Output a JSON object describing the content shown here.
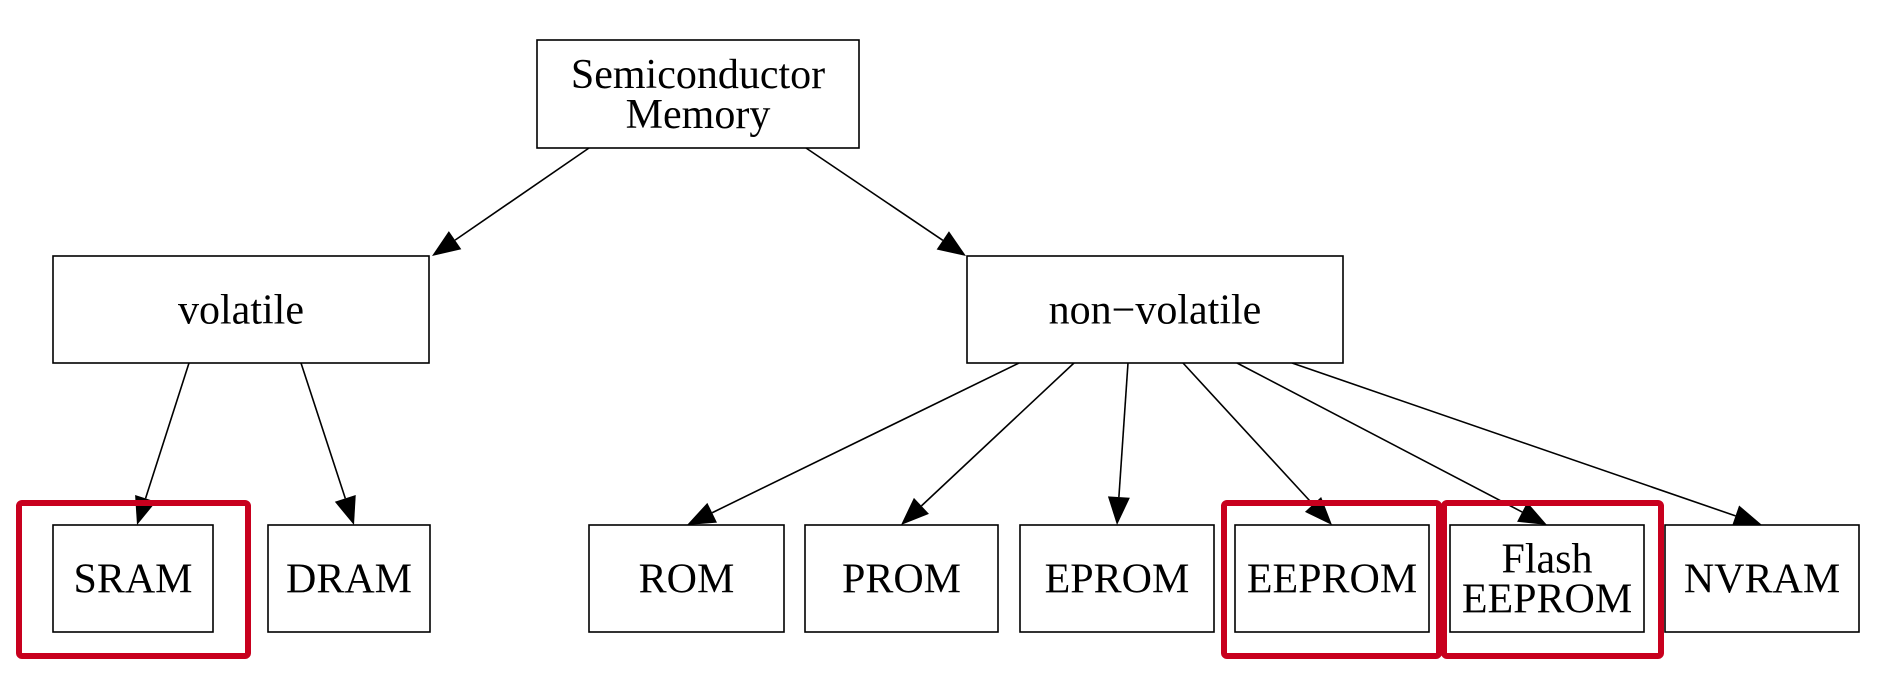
{
  "colors": {
    "highlight": "#c8001e",
    "line": "#000000",
    "box_fill": "#ffffff"
  },
  "nodes": {
    "root": {
      "lines": [
        "Semiconductor",
        "Memory"
      ]
    },
    "volatile": {
      "lines": [
        "volatile"
      ]
    },
    "nonvolatile": {
      "lines": [
        "non−volatile"
      ]
    },
    "sram": {
      "lines": [
        "SRAM"
      ],
      "highlighted": true
    },
    "dram": {
      "lines": [
        "DRAM"
      ],
      "highlighted": false
    },
    "rom": {
      "lines": [
        "ROM"
      ],
      "highlighted": false
    },
    "prom": {
      "lines": [
        "PROM"
      ],
      "highlighted": false
    },
    "eprom": {
      "lines": [
        "EPROM"
      ],
      "highlighted": false
    },
    "eeprom": {
      "lines": [
        "EEPROM"
      ],
      "highlighted": true
    },
    "flash": {
      "lines": [
        "Flash",
        "EEPROM"
      ],
      "highlighted": true
    },
    "nvram": {
      "lines": [
        "NVRAM"
      ],
      "highlighted": false
    }
  },
  "edges": [
    [
      "root",
      "volatile"
    ],
    [
      "root",
      "nonvolatile"
    ],
    [
      "volatile",
      "sram"
    ],
    [
      "volatile",
      "dram"
    ],
    [
      "nonvolatile",
      "rom"
    ],
    [
      "nonvolatile",
      "prom"
    ],
    [
      "nonvolatile",
      "eprom"
    ],
    [
      "nonvolatile",
      "eeprom"
    ],
    [
      "nonvolatile",
      "flash"
    ],
    [
      "nonvolatile",
      "nvram"
    ]
  ]
}
